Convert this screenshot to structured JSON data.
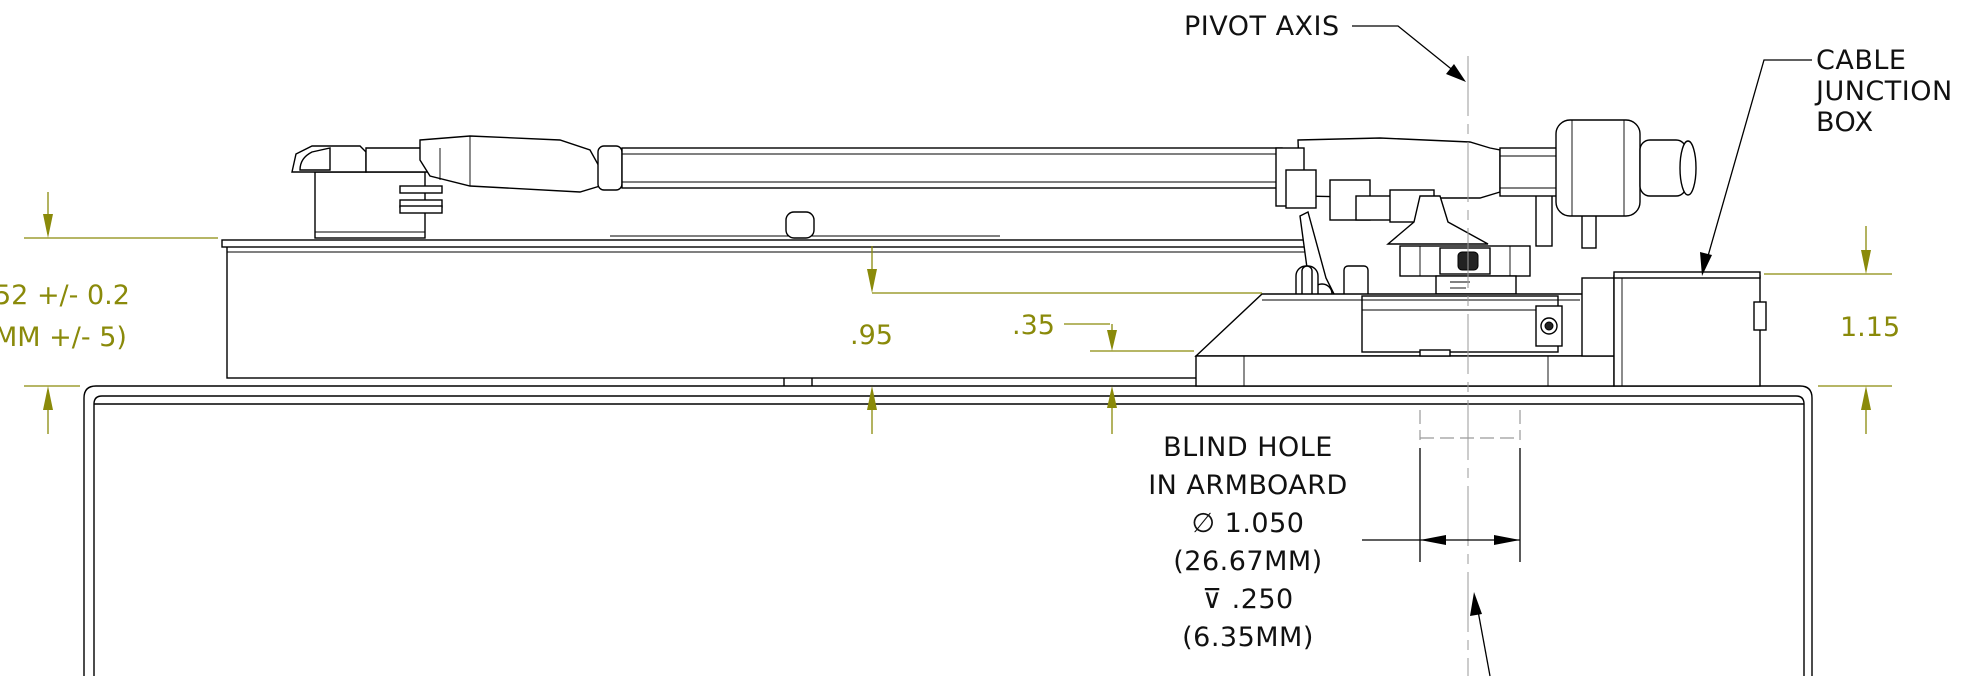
{
  "labels": {
    "pivot_axis": "PIVOT AXIS",
    "cable_junction_1": "CABLE",
    "cable_junction_2": "JUNCTION",
    "cable_junction_3": "BOX",
    "blind_hole_1": "BLIND HOLE",
    "blind_hole_2": "IN ARMBOARD",
    "blind_hole_3": "∅ 1.050",
    "blind_hole_4": "(26.67MM)",
    "blind_hole_5": "⊽ .250",
    "blind_hole_6": "(6.35MM)"
  },
  "dimensions": {
    "left_1": "52 +/- 0.2",
    "left_2": "MM +/- 5)",
    "d095": ".95",
    "d035": ".35",
    "d115": "1.15"
  },
  "colors": {
    "dimension": "#8a8a0a",
    "line": "#000000",
    "centerline": "#9a9a9a"
  }
}
